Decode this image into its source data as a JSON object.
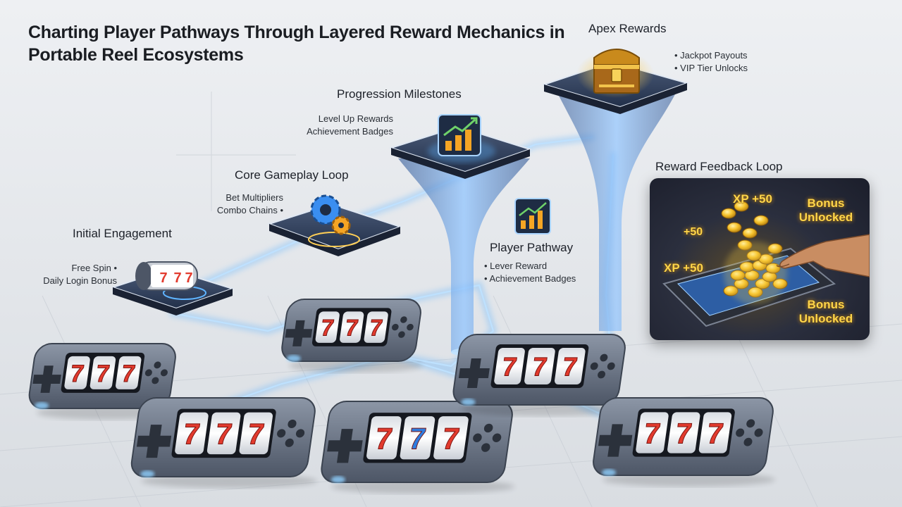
{
  "title": "Charting Player Pathways Through Layered Reward Mechanics in Portable Reel Ecosystems",
  "stages": {
    "initial": {
      "label": "Initial Engagement",
      "bullets": [
        "Free Spin •",
        "Daily Login Bonus"
      ]
    },
    "core": {
      "label": "Core Gameplay Loop",
      "bullets": [
        "Bet Multipliers",
        "Combo Chains •"
      ]
    },
    "progression": {
      "label": "Progression Milestones",
      "bullets": [
        "Level Up Rewards",
        "Achievement Badges"
      ]
    },
    "pathway": {
      "label": "Player Pathway",
      "bullets": [
        "• Lever Reward",
        "• Achievement Badges"
      ]
    },
    "apex": {
      "label": "Apex Rewards",
      "bullets": [
        "• Jackpot Payouts",
        "• VIP Tier Unlocks"
      ]
    }
  },
  "feedback": {
    "title": "Reward Feedback Loop",
    "xp_top": "XP +50",
    "plus_left": "+50",
    "xp_bottom": "XP +50",
    "bonus_top": "Bonus Unlocked",
    "bonus_bottom": "Bonus Unlocked"
  },
  "reel_symbol": "7",
  "colors": {
    "path_glow": "#5fb4ff",
    "gold": "#ffd54a",
    "device_body": "#6a7485",
    "platform": "#2f3d55"
  },
  "icons": [
    "slot-reel-icon",
    "gears-icon",
    "growth-chart-icon",
    "treasure-chest-icon",
    "coin-icon",
    "hand-icon"
  ]
}
